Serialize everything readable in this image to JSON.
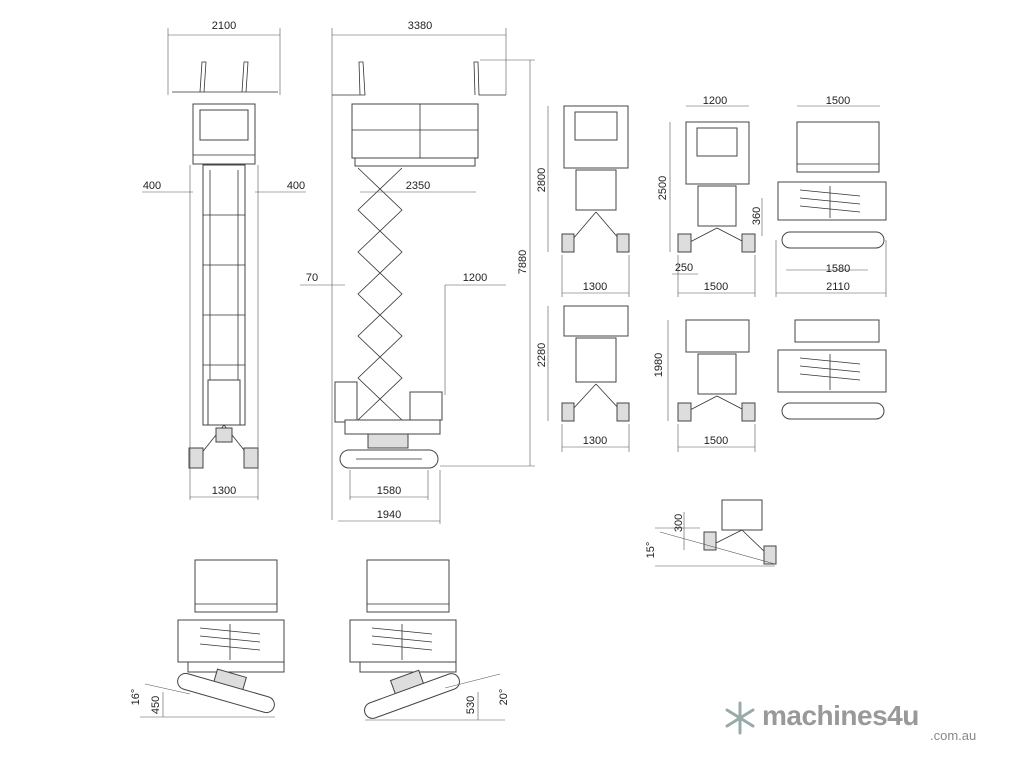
{
  "drawing_1_front_stowed_tall": {
    "width_top": "2100",
    "guard_left": "400",
    "guard_right": "400",
    "width_base": "1300"
  },
  "drawing_2_side_elevated": {
    "length_top": "3380",
    "platform_ext": "2350",
    "offset_left": "70",
    "offset_right": "1200",
    "max_height": "7880",
    "track_length": "1580",
    "overall_length": "1940"
  },
  "view_front_a": {
    "height": "2800",
    "width": "1300"
  },
  "view_front_b": {
    "top_width": "1200",
    "height": "2500",
    "clearance": "360",
    "offset": "250",
    "width": "1500"
  },
  "view_side_a": {
    "top_width": "1500",
    "track": "1580",
    "length": "2110"
  },
  "view_front_c": {
    "height": "2280",
    "width": "1300"
  },
  "view_front_d": {
    "height": "1980",
    "width": "1500"
  },
  "tilt_detail": {
    "lift": "300",
    "angle": "15°"
  },
  "slope_left": {
    "angle": "16°",
    "height": "450"
  },
  "slope_right": {
    "angle": "20°",
    "height": "530"
  },
  "logo": {
    "name": "machines4u",
    "domain": ".com.au"
  }
}
